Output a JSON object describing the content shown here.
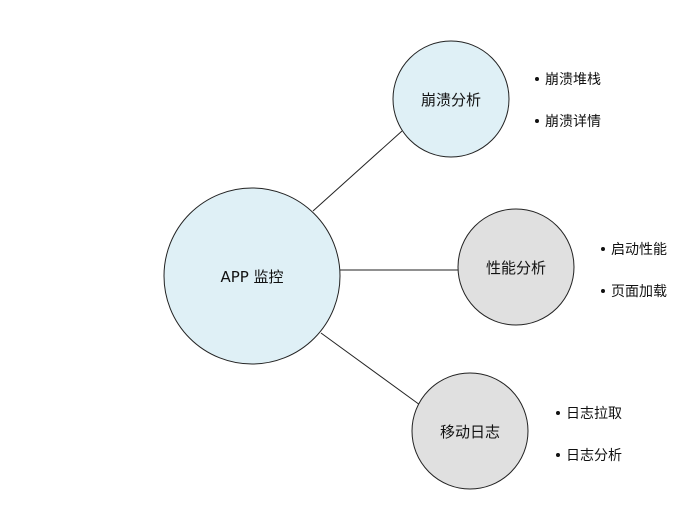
{
  "diagram": {
    "center": {
      "label": "APP 监控",
      "fill": "#dff0f6"
    },
    "branches": [
      {
        "label": "崩溃分析",
        "fill": "#dff0f6",
        "items": [
          "崩溃堆栈",
          "崩溃详情"
        ]
      },
      {
        "label": "性能分析",
        "fill": "#e0e0e0",
        "items": [
          "启动性能",
          "页面加载"
        ]
      },
      {
        "label": "移动日志",
        "fill": "#e0e0e0",
        "items": [
          "日志拉取",
          "日志分析"
        ]
      }
    ]
  }
}
